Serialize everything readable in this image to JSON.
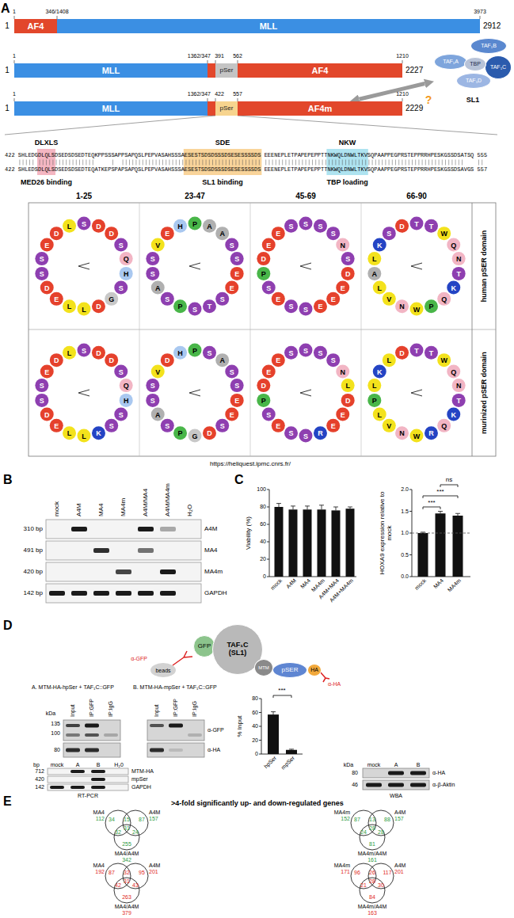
{
  "diagram": {
    "nodes": [
      {
        "text": [
          "AF4"
        ]
      },
      {
        "text": [
          "MLL"
        ]
      },
      {
        "text": [
          "MLL"
        ]
      },
      {
        "text": [
          "pSer"
        ]
      },
      {
        "text": [
          "AF4"
        ]
      },
      {
        "text": [
          "MLL"
        ]
      },
      {
        "text": [
          "pSer"
        ]
      },
      {
        "text": [
          "AF4m"
        ]
      },
      {
        "text": [
          "SL1"
        ]
      },
      {
        "text": [
          "TAF₁A"
        ],
        "in": 8
      },
      {
        "text": [
          "TAF₁B"
        ],
        "in": 8
      },
      {
        "text": [
          "TAF₁C"
        ],
        "in": 8
      },
      {
        "text": [
          "TBP"
        ],
        "in": 8
      },
      {
        "text": [
          "TAF₁D"
        ],
        "in": 8
      },
      {
        "text": [
          "GFP"
        ]
      },
      {
        "text": [
          "TAF₁C (SL1)"
        ]
      },
      {
        "text": [
          "MTM"
        ]
      },
      {
        "text": [
          "pSER"
        ]
      },
      {
        "text": [
          "HA"
        ]
      }
    ],
    "edges": [
      {
        "from": 7,
        "to": 8,
        "arrow": "both"
      }
    ],
    "labels": [
      "A",
      "1",
      "346/1408",
      "3973",
      "1",
      "2912",
      "1",
      "1362/347",
      "391",
      "562",
      "1210",
      "1",
      "2227",
      "1",
      "1362/347",
      "422",
      "557",
      "1210",
      "1",
      "2229",
      "?",
      "DLXLS",
      "SDE",
      "NKW",
      "422 SHLEDGDLQLSDSEDSDSEDTEQKPPSSSAPPSAPQSLPEPVASAHSSSAESESTSDSDSSSDSESESSSSDS EEENEPLETPAPEPEPPTTNKWQLDNWLTKVSQPAAPPEGPRSTEPPRRHPESKGSSDSATSQ 555",
      "422 SHLEDSDLQLSDSEDSDSEDTEQATKEPSPAPSAPQSLPEPVASAHSSSAESESTSDSDSSSDSESESSSSDS EEENEPLETPAPEPEPPTTNKWQLDNWLTKVSQPAAPPEGPRSTEPPRRHPESKGSSDSAVGS 557",
      "MED26 binding",
      "SL1 binding",
      "TBP loading",
      "1-25",
      "23-47",
      "45-69",
      "66-90",
      "S",
      "H",
      "L",
      "E",
      "D",
      "G",
      "D",
      "L",
      "Q",
      "L",
      "S",
      "D",
      "S",
      "E",
      "D",
      "S",
      "D",
      "S",
      "P",
      "E",
      "P",
      "V",
      "A",
      "S",
      "A",
      "H",
      "S",
      "S",
      "S",
      "A",
      "E",
      "S",
      "E",
      "S",
      "T",
      "S",
      "S",
      "D",
      "S",
      "E",
      "S",
      "E",
      "S",
      "S",
      "S",
      "S",
      "D",
      "S",
      "E",
      "E",
      "E",
      "N",
      "E",
      "P",
      "T",
      "T",
      "N",
      "K",
      "W",
      "Q",
      "L",
      "D",
      "N",
      "W",
      "L",
      "T",
      "K",
      "V",
      "S",
      "Q",
      "P",
      "A",
      "S",
      "H",
      "L",
      "E",
      "D",
      "S",
      "D",
      "L",
      "Q",
      "L",
      "S",
      "D",
      "S",
      "E",
      "D",
      "S",
      "K",
      "S",
      "P",
      "E",
      "P",
      "V",
      "A",
      "S",
      "A",
      "H",
      "S",
      "G",
      "S",
      "S",
      "E",
      "S",
      "D",
      "S",
      "D",
      "S",
      "S",
      "D",
      "S",
      "E",
      "S",
      "E",
      "S",
      "S",
      "L",
      "S",
      "D",
      "S",
      "E",
      "E",
      "E",
      "N",
      "R",
      "P",
      "T",
      "T",
      "N",
      "K",
      "W",
      "Q",
      "L",
      "D",
      "N",
      "W",
      "L",
      "T",
      "K",
      "V",
      "L",
      "Q",
      "R",
      "P",
      "human pSER domain",
      "murinized pSER domain",
      "https://heliquest.ipmc.cnrs.fr/",
      "B",
      "mock",
      "A4M",
      "MA4",
      "MA4m",
      "A4M/MA4",
      "A4M/MA4m",
      "H₂O",
      "310 bp",
      "A4M",
      "491 bp",
      "MA4",
      "420 bp",
      "MA4m",
      "142 bp",
      "GAPDH",
      "C",
      "Viability (%)",
      "0",
      "20",
      "40",
      "60",
      "80",
      "100",
      "mock",
      "A4M",
      "MA4",
      "MA4m",
      "A4M+MA4",
      "A4M+MA4m",
      "HOXA9 expression relative to mock",
      "0.0",
      "0.5",
      "1.0",
      "1.5",
      "2.0",
      "mock",
      "MA4",
      "MA4m",
      "***",
      "***",
      "ns",
      "D",
      "beads",
      "α-GFP",
      "α-HA",
      "A. MTM-HA-hpSer + TAF₁C::GFP",
      "B. MTM-HA-mpSer + TAF₁C::GFP",
      "Input",
      "IP:GFP",
      "IP:IgG",
      "Input",
      "IP:GFP",
      "IP:IgG",
      "kDa",
      "135",
      "100",
      "80",
      "α-GFP",
      "α-HA",
      "% Input",
      "0",
      "20",
      "40",
      "60",
      "80",
      "hpSer",
      "mpSer",
      "***",
      "bp",
      "mock",
      "A",
      "B",
      "H₂0",
      "712",
      "MTM-HA",
      "420",
      "mpSer",
      "142",
      "GAPDH",
      "RT-PCR",
      "kDa",
      "mock",
      "A",
      "B",
      "80",
      "α-HA",
      "46",
      "α-β-Aktin",
      "WBA",
      "E",
      ">4-fold significantly up- and down-regulated genes",
      "MA4",
      "112",
      "A4M",
      "157",
      "MA4/A4M",
      "342",
      "34",
      "15",
      "87",
      "32",
      "31",
      "24",
      "255",
      "MA4m",
      "152",
      "A4M",
      "157",
      "MA4m/A4M",
      "161",
      "87",
      "13",
      "88",
      "24",
      "28",
      "28",
      "81",
      "MA4",
      "192",
      "A4M",
      "201",
      "MA4/A4M",
      "379",
      "87",
      "32",
      "95",
      "42",
      "31",
      "43",
      "263",
      "MA4m",
      "171",
      "A4M",
      "201",
      "MA4m/A4M",
      "163",
      "96",
      "26",
      "117",
      "21",
      "28",
      "30",
      "84"
    ]
  }
}
